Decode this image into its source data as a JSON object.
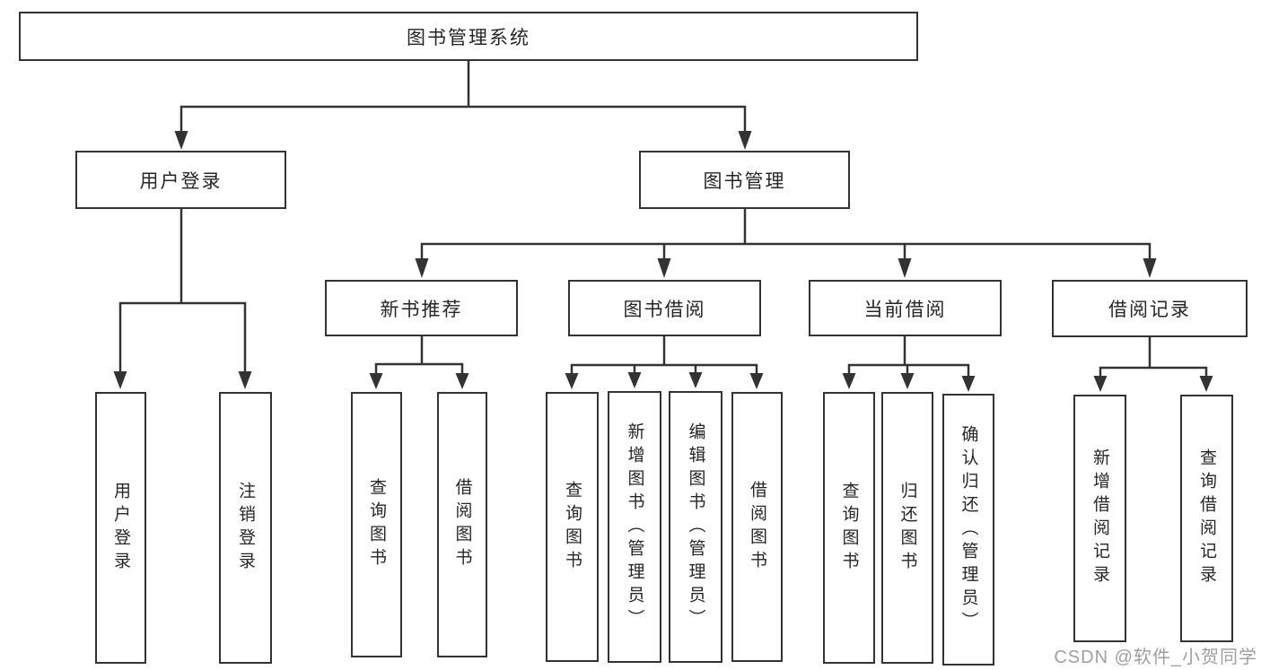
{
  "tree": {
    "root": {
      "label": "图书管理系统"
    },
    "branches": [
      {
        "label": "用户登录",
        "children": [
          {
            "label": "用户登录"
          },
          {
            "label": "注销登录"
          }
        ]
      },
      {
        "label": "图书管理",
        "children": [
          {
            "label": "新书推荐",
            "children": [
              {
                "label": "查询图书"
              },
              {
                "label": "借阅图书"
              }
            ]
          },
          {
            "label": "图书借阅",
            "children": [
              {
                "label": "查询图书"
              },
              {
                "label": "新增图书（管理员）"
              },
              {
                "label": "编辑图书（管理员）"
              },
              {
                "label": "借阅图书"
              }
            ]
          },
          {
            "label": "当前借阅",
            "children": [
              {
                "label": "查询图书"
              },
              {
                "label": "归还图书"
              },
              {
                "label": "确认归还（管理员）"
              }
            ]
          },
          {
            "label": "借阅记录",
            "children": [
              {
                "label": "新增借阅记录"
              },
              {
                "label": "查询借阅记录"
              }
            ]
          }
        ]
      }
    ]
  },
  "watermark": {
    "text": "CSDN @软件_小贺同学",
    "color": "#9e9e9e"
  },
  "colors": {
    "line": "#333333",
    "border": "#333333",
    "background": "#ffffff",
    "text": "#262626"
  }
}
